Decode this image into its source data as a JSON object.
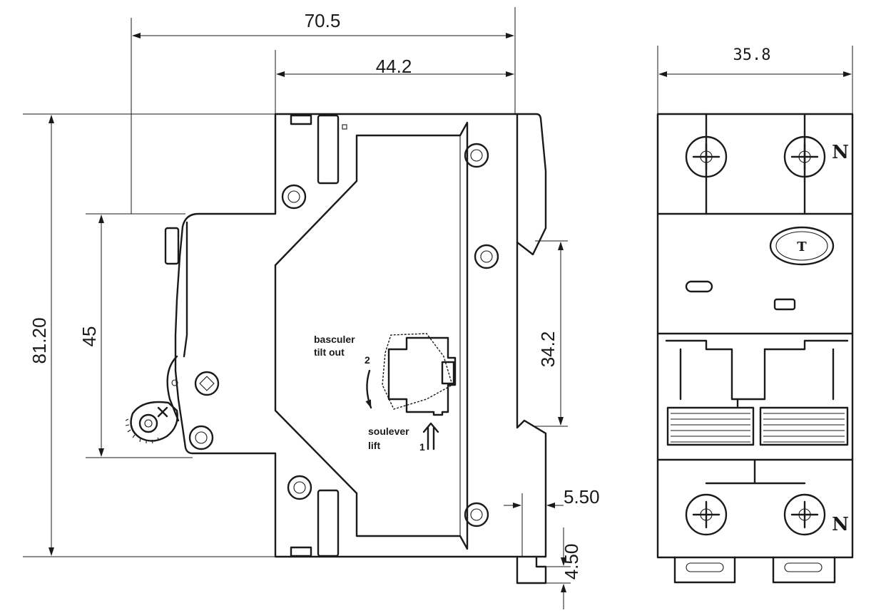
{
  "dimensions": {
    "overall_depth": "70.5",
    "body_depth": "44.2",
    "width": "35.8",
    "height": "81.20",
    "front_height": "45",
    "rail_height": "34.2",
    "clip_offset": "5.50",
    "clip_bottom": "4.50"
  },
  "labels": {
    "tilt_out_fr": "basculer",
    "tilt_out_en": "tilt out",
    "step_two": "2",
    "lift_fr": "soulever",
    "lift_en": "lift",
    "step_one": "1",
    "neutral_top": "N",
    "neutral_bottom": "N",
    "test_button": "T"
  }
}
